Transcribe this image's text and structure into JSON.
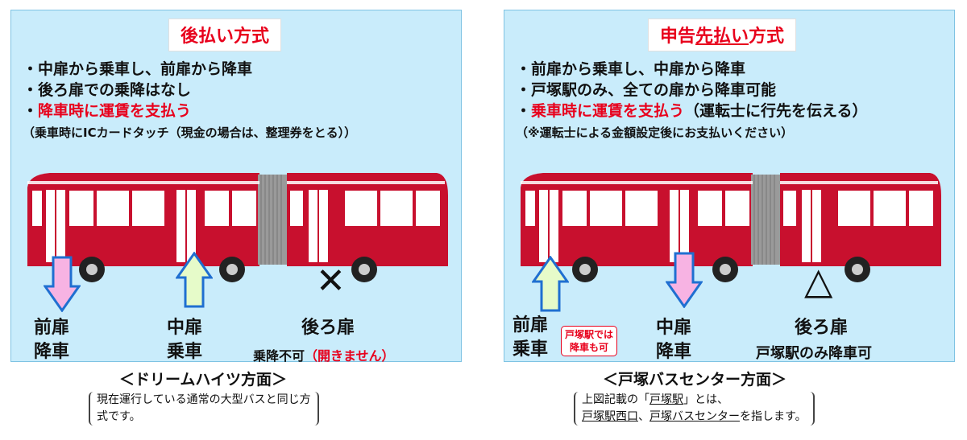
{
  "left": {
    "title": "後払い方式",
    "rules": [
      {
        "text": "・中扉から乗車し、前扉から降車",
        "red": ""
      },
      {
        "text": "・後ろ扉での乗降はなし",
        "red": ""
      },
      {
        "text": "・",
        "red": "降車時に運賃を支払う"
      }
    ],
    "note": "（乗車時にICカードタッチ（現金の場合は、整理券をとる））",
    "doors": {
      "front": {
        "line1": "前扉",
        "line2": "降車",
        "arrow": "down"
      },
      "middle": {
        "line1": "中扉",
        "line2": "乗車",
        "arrow": "up"
      },
      "rear": {
        "label": "後ろ扉",
        "mark": "✕",
        "sub_black": "乗降不可",
        "sub_red": "（開きません）"
      }
    },
    "direction": "＜ドリームハイツ方面＞",
    "explanation_line1": "現在運行している通常の大型バスと同じ方",
    "explanation_line2": "式です。"
  },
  "right": {
    "title_pre": "申告",
    "title_ul": "先払い",
    "title_post": "方式",
    "rules": [
      {
        "text": "・前扉から乗車し、中扉から降車",
        "red": "",
        "after": ""
      },
      {
        "text": "・戸塚駅のみ、全ての扉から降車可能",
        "red": "",
        "after": ""
      },
      {
        "text": "・",
        "red": "乗車時に運賃を支払う",
        "after": "（運転士に行先を伝える）"
      }
    ],
    "note": "（※運転士による金額設定後にお支払いください）",
    "doors": {
      "front": {
        "line1": "前扉",
        "line2": "乗車",
        "arrow": "up",
        "box_line1": "戸塚駅では",
        "box_line2": "降車も可"
      },
      "middle": {
        "line1": "中扉",
        "line2": "降車",
        "arrow": "down"
      },
      "rear": {
        "label": "後ろ扉",
        "mark": "△",
        "sub": "戸塚駅のみ降車可"
      }
    },
    "direction": "＜戸塚バスセンター方面＞",
    "explanation_line1_a": "上図記載の「",
    "explanation_line1_ul": "戸塚駅",
    "explanation_line1_b": "」とは、",
    "explanation_line2_ul1": "戸塚駅西口",
    "explanation_line2_a": "、",
    "explanation_line2_ul2": "戸塚バスセンター",
    "explanation_line2_b": "を指します。"
  },
  "colors": {
    "panel_bg": "#c9ecfb",
    "accent_red": "#e8001c",
    "bus_red": "#c8102e",
    "arrow_down_fill": "#f7b3e3",
    "arrow_up_fill": "#e6fbc9",
    "arrow_stroke": "#1f6fd1"
  }
}
